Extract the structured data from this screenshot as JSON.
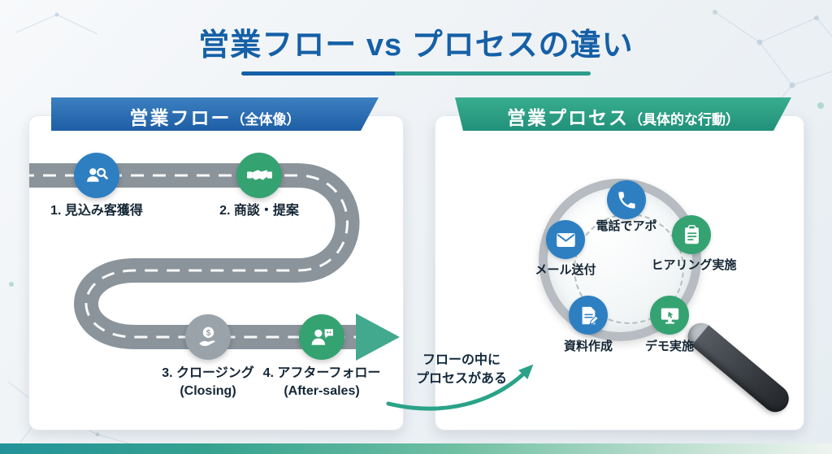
{
  "title": "営業フロー vs プロセスの違い",
  "colors": {
    "title_blue": "#1560a7",
    "banner_blue": "#1e5ea5",
    "banner_teal": "#21917a",
    "icon_blue": "#2e7fc2",
    "icon_green": "#35a272",
    "icon_gray": "#9aa3aa",
    "road_gray": "#8b949b",
    "arrow_teal": "#43a98e"
  },
  "flow_panel": {
    "header_main": "営業フロー",
    "header_sub": "（全体像）",
    "steps": [
      {
        "label": "1. 見込み客獲得",
        "icon": "prospect-search"
      },
      {
        "label": "2. 商談・提案",
        "icon": "handshake"
      },
      {
        "label": "3. クロージング",
        "sublabel": "(Closing)",
        "icon": "money-hand"
      },
      {
        "label": "4. アフターフォロー",
        "sublabel": "(After-sales)",
        "icon": "person-chat"
      }
    ]
  },
  "process_panel": {
    "header_main": "営業プロセス",
    "header_sub": "（具体的な行動）",
    "processes": [
      {
        "label": "電話でアポ",
        "icon": "phone"
      },
      {
        "label": "メール送付",
        "icon": "envelope"
      },
      {
        "label": "ヒアリング実施",
        "icon": "clipboard-check"
      },
      {
        "label": "資料作成",
        "icon": "document-pencil"
      },
      {
        "label": "デモ実施",
        "icon": "monitor-cursor"
      }
    ]
  },
  "connector": {
    "line1": "フローの中に",
    "line2": "プロセスがある"
  }
}
